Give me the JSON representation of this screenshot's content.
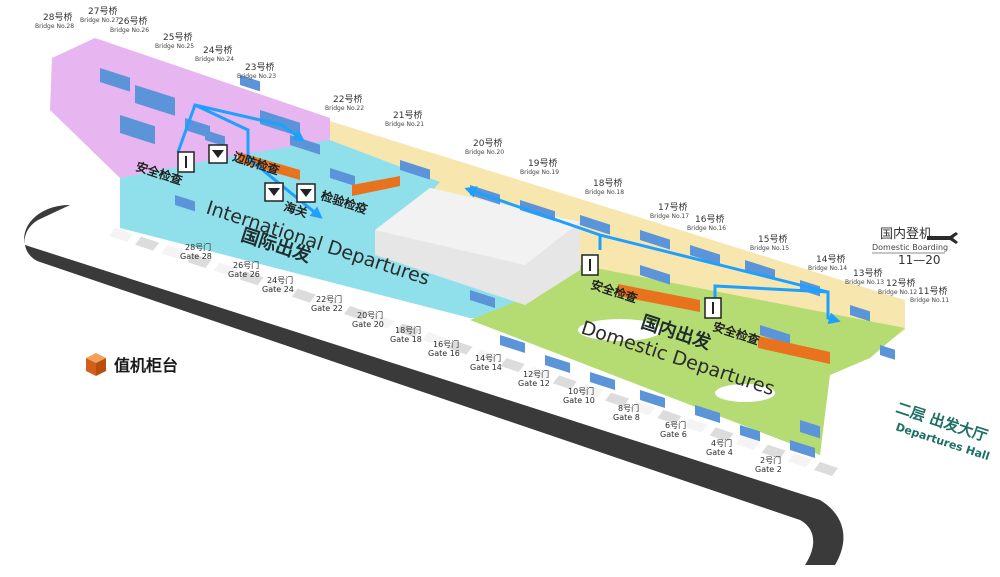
{
  "colors": {
    "international_zone": "#8fe0ea",
    "domestic_zone": "#b5dc72",
    "airside_international": "#e7b5f0",
    "airside_domestic": "#f7e6ad",
    "road": "#3a3a3a",
    "route": "#1ea0ff",
    "checkin_counter": "#e8721e",
    "blocks": "#5b94d8",
    "hall_text": "#1b6f63"
  },
  "bridges": [
    {
      "cn": "28号桥",
      "en": "Bridge No.28"
    },
    {
      "cn": "27号桥",
      "en": "Bridge No.27"
    },
    {
      "cn": "26号桥",
      "en": "Bridge No.26"
    },
    {
      "cn": "25号桥",
      "en": "Bridge No.25"
    },
    {
      "cn": "24号桥",
      "en": "Bridge No.24"
    },
    {
      "cn": "23号桥",
      "en": "Bridge No.23"
    },
    {
      "cn": "22号桥",
      "en": "Bridge No.22"
    },
    {
      "cn": "21号桥",
      "en": "Bridge No.21"
    },
    {
      "cn": "20号桥",
      "en": "Bridge No.20"
    },
    {
      "cn": "19号桥",
      "en": "Bridge No.19"
    },
    {
      "cn": "18号桥",
      "en": "Bridge No.18"
    },
    {
      "cn": "17号桥",
      "en": "Bridge No.17"
    },
    {
      "cn": "16号桥",
      "en": "Bridge No.16"
    },
    {
      "cn": "15号桥",
      "en": "Bridge No.15"
    },
    {
      "cn": "14号桥",
      "en": "Bridge No.14"
    },
    {
      "cn": "13号桥",
      "en": "Bridge No.13"
    },
    {
      "cn": "12号桥",
      "en": "Bridge No.12"
    },
    {
      "cn": "11号桥",
      "en": "Bridge No.11"
    }
  ],
  "gates": [
    {
      "cn": "28号门",
      "en": "Gate 28"
    },
    {
      "cn": "26号门",
      "en": "Gate 26"
    },
    {
      "cn": "24号门",
      "en": "Gate 24"
    },
    {
      "cn": "22号门",
      "en": "Gate 22"
    },
    {
      "cn": "20号门",
      "en": "Gate 20"
    },
    {
      "cn": "18号门",
      "en": "Gate 18"
    },
    {
      "cn": "16号门",
      "en": "Gate 16"
    },
    {
      "cn": "14号门",
      "en": "Gate 14"
    },
    {
      "cn": "12号门",
      "en": "Gate 12"
    },
    {
      "cn": "10号门",
      "en": "Gate 10"
    },
    {
      "cn": "8号门",
      "en": "Gate 8"
    },
    {
      "cn": "6号门",
      "en": "Gate 6"
    },
    {
      "cn": "4号门",
      "en": "Gate 4"
    },
    {
      "cn": "2号门",
      "en": "Gate 2"
    }
  ],
  "zones": {
    "international_en": "International Departures",
    "international_cn": "国际出发",
    "domestic_cn": "国内出发",
    "domestic_en": "Domestic Departures"
  },
  "checkpoints": {
    "security_intl": "安全检查",
    "border": "边防检查",
    "customs": "海关",
    "quarantine": "检验检疫",
    "security_dom_left": "安全检查",
    "security_dom_right": "安全检查"
  },
  "domestic_boarding": {
    "cn": "国内登机",
    "en": "Domestic Boarding",
    "range": "11—20"
  },
  "hall": {
    "cn": "二层 出发大厅",
    "en": "Departures Hall"
  },
  "legend": {
    "checkin_label": "值机柜台"
  }
}
